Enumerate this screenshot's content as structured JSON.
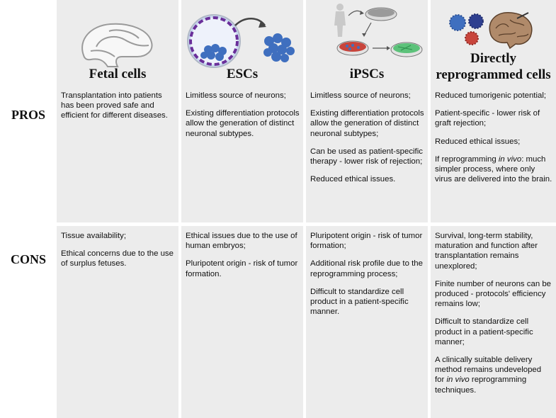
{
  "rows": {
    "pros_label": "PROS",
    "cons_label": "CONS"
  },
  "columns": [
    {
      "title": "Fetal cells",
      "pros": [
        "Transplantation into patients has been proved safe and efficient for different diseases."
      ],
      "cons": [
        "Tissue availability;",
        "Ethical concerns due to the use of surplus fetuses."
      ]
    },
    {
      "title": "ESCs",
      "pros": [
        "Limitless  source of neurons;",
        "Existing differentiation protocols allow the generation of distinct neuronal subtypes."
      ],
      "cons": [
        "Ethical issues due to the use of human embryos;",
        "Pluripotent origin - risk of tumor formation."
      ]
    },
    {
      "title": "iPSCs",
      "pros": [
        "Limitless  source of neurons;",
        "Existing differentiation protocols allow the generation of distinct neuronal subtypes;",
        "Can be used as patient-specific therapy - lower risk of rejection;",
        "Reduced ethical issues."
      ],
      "cons": [
        "Pluripotent origin - risk of tumor formation;",
        "Additional risk profile due to the reprogramming process;",
        "Difficult to standardize cell product in a patient-specific manner."
      ]
    },
    {
      "title_line1": "Directly",
      "title_line2": "reprogrammed cells",
      "pros": [
        "Reduced tumorigenic potential;",
        "Patient-specific - lower risk of graft rejection;",
        "Reduced ethical issues;",
        "If reprogramming in vivo: much simpler process, where only virus are delivered into the brain."
      ],
      "cons": [
        "Survival, long-term stability, maturation and function after transplantation remains unexplored;",
        "Finite number of neurons can be produced - protocols' efficiency remains low;",
        "Difficult to standardize cell product in a patient-specific manner;",
        "A clinically suitable delivery method remains undeveloped for in vivo reprogramming techniques."
      ]
    }
  ],
  "colors": {
    "panel": "#ececec",
    "cell_blue": "#3f6fbf",
    "membrane_purple": "#6a2f9a",
    "ipsc_red": "#c8453c",
    "neuron_green": "#5cc27a"
  }
}
